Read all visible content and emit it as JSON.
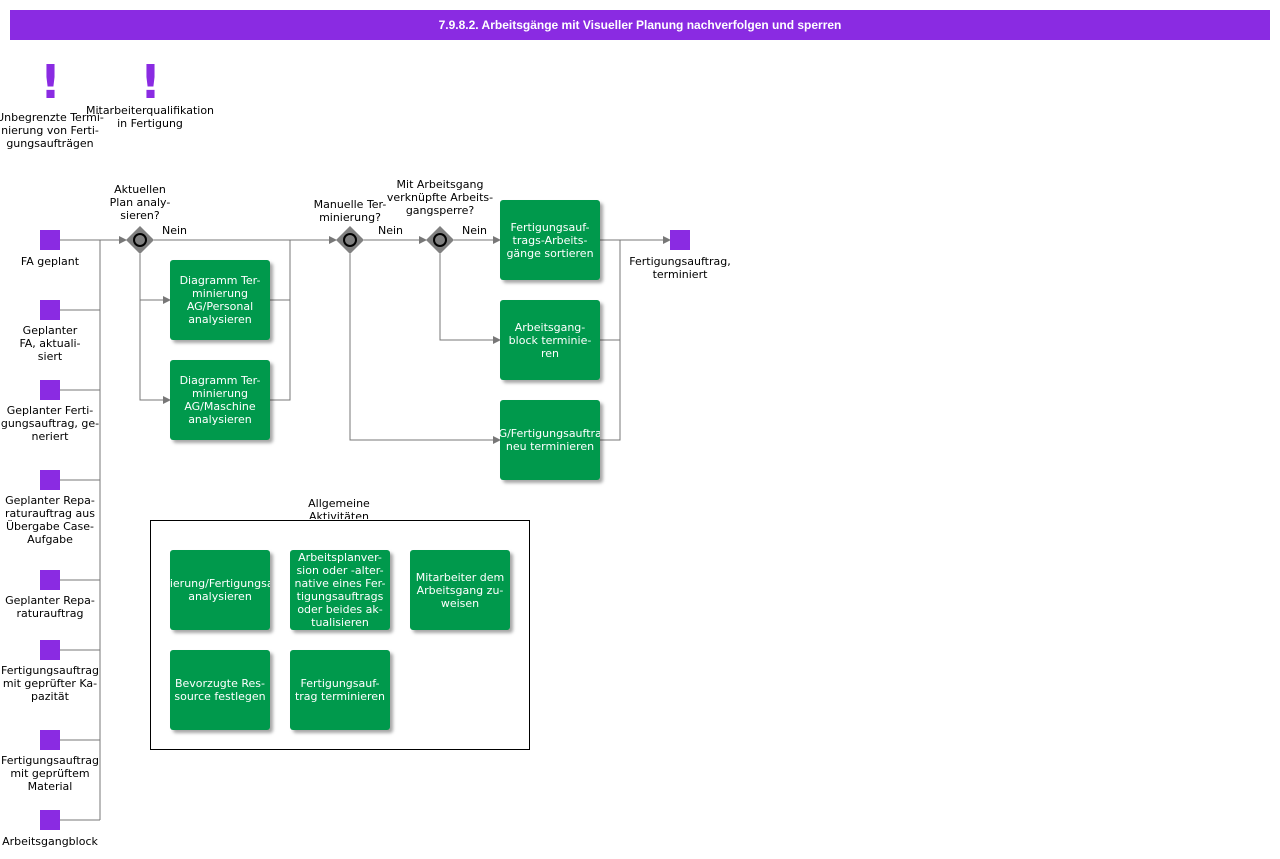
{
  "title": "7.9.8.2. Arbeitsgänge mit Visueller Planung nachverfolgen und sperren",
  "colors": {
    "header": "#8a2be2",
    "task": "#00994c",
    "event": "#8a2be2",
    "gateway": "#808080",
    "connector": "#777777"
  },
  "notes": [
    {
      "icon": "exclamation-icon",
      "label": "Unbegrenzte Termi-\nnierung von Ferti-\ngungsaufträgen"
    },
    {
      "icon": "exclamation-icon",
      "label": "Mitarbeiterqualifikation\nin Fertigung"
    }
  ],
  "start_events": [
    "FA geplant",
    "Geplanter\nFA, aktuali-\nsiert",
    "Geplanter Ferti-\ngungsauftrag, ge-\nneriert",
    "Geplanter Repa-\nraturauftrag aus\nÜbergabe Case-\nAufgabe",
    "Geplanter Repa-\nraturauftrag",
    "Fertigungsauftrag\nmit geprüfter Ka-\npazität",
    "Fertigungsauftrag\nmit geprüftem\nMaterial",
    "Arbeitsgangblock"
  ],
  "gateways": [
    {
      "question": "Aktuellen\nPlan analy-\nsieren?",
      "no_label": "Nein"
    },
    {
      "question": "Manuelle Ter-\nminierung?",
      "no_label": "Nein"
    },
    {
      "question": "Mit Arbeitsgang\nverknüpfte Arbeits-\ngangsperre?",
      "no_label": "Nein"
    }
  ],
  "tasks": {
    "personal": "Diagramm Ter-\nminierung\nAG/Personal\nanalysieren",
    "maschine": "Diagramm Ter-\nminierung\nAG/Maschine\nanalysieren",
    "sortieren": "Fertigungsauf-\ntrags-Arbeits-\ngänge sortieren",
    "block": "Arbeitsgang-\nblock terminie-\nren",
    "neu": "AG/Fertigungsauftrag\nneu terminieren"
  },
  "end_event": "Fertigungsauftrag,\nterminiert",
  "group": {
    "label": "Allgemeine\nAktivitäten",
    "tasks": [
      "Terminierung/Fertigungsauftrag\nanalysieren",
      "Arbeitsplanver-\nsion oder -alter-\nnative eines Fer-\ntigungsauftrags\noder beides ak-\ntualisieren",
      "Mitarbeiter dem\nArbeitsgang zu-\nweisen",
      "Bevorzugte Res-\nsource festlegen",
      "Fertigungsauf-\ntrag terminieren"
    ]
  }
}
